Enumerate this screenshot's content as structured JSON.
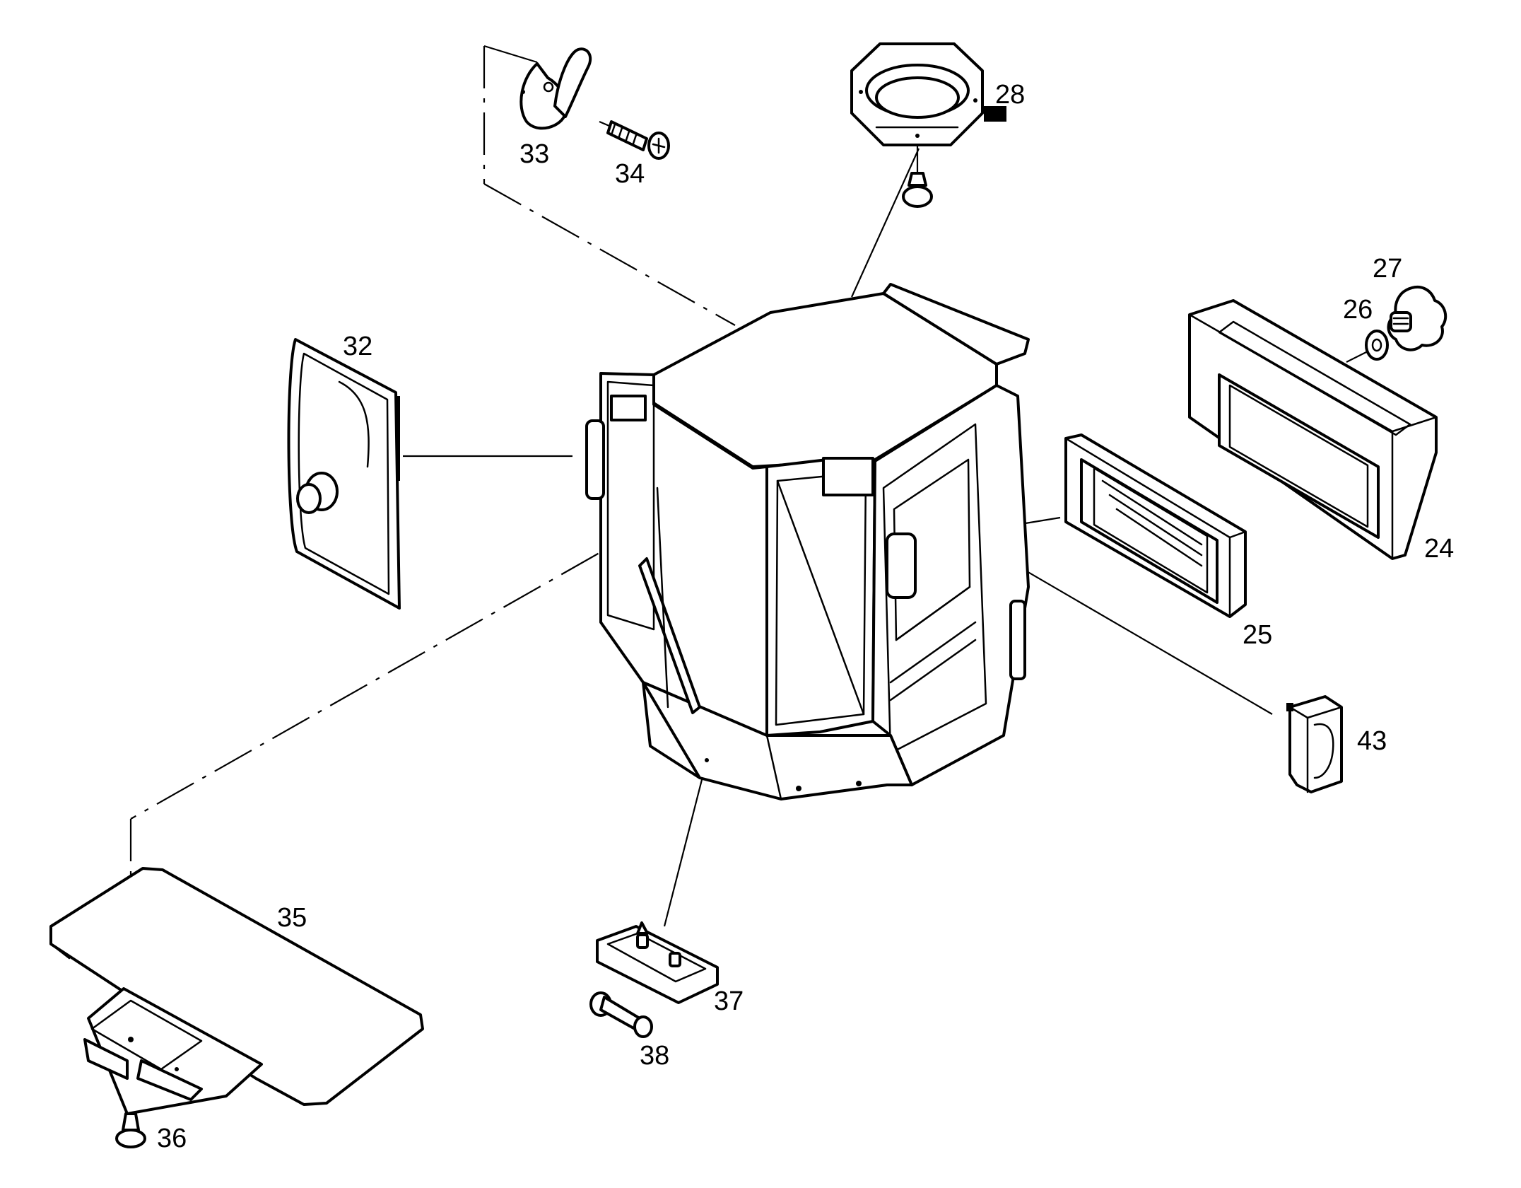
{
  "callouts": [
    {
      "id": "p24",
      "text": "24"
    },
    {
      "id": "p25",
      "text": "25"
    },
    {
      "id": "p26",
      "text": "26"
    },
    {
      "id": "p27",
      "text": "27"
    },
    {
      "id": "p28",
      "text": "28"
    },
    {
      "id": "p32",
      "text": "32"
    },
    {
      "id": "p33",
      "text": "33"
    },
    {
      "id": "p34",
      "text": "34"
    },
    {
      "id": "p35",
      "text": "35"
    },
    {
      "id": "p36",
      "text": "36"
    },
    {
      "id": "p37",
      "text": "37"
    },
    {
      "id": "p38",
      "text": "38"
    },
    {
      "id": "p43",
      "text": "43"
    }
  ]
}
